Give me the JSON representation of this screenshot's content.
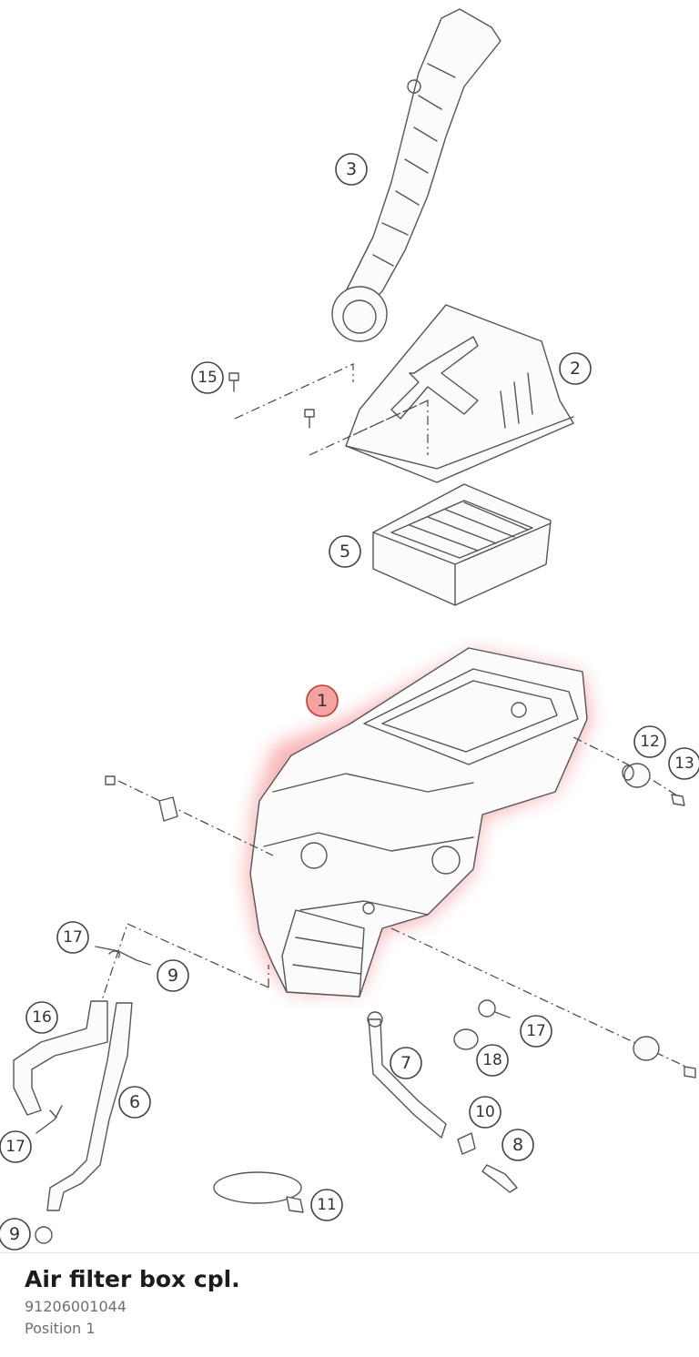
{
  "part": {
    "title": "Air filter box cpl.",
    "number": "91206001044",
    "position": "Position 1"
  },
  "callouts": [
    {
      "label": "1",
      "selected": true
    },
    {
      "label": "2"
    },
    {
      "label": "3"
    },
    {
      "label": "5"
    },
    {
      "label": "6"
    },
    {
      "label": "7"
    },
    {
      "label": "8"
    },
    {
      "label": "9"
    },
    {
      "label": "9"
    },
    {
      "label": "10"
    },
    {
      "label": "11"
    },
    {
      "label": "12"
    },
    {
      "label": "13"
    },
    {
      "label": "15"
    },
    {
      "label": "16"
    },
    {
      "label": "17"
    },
    {
      "label": "17"
    },
    {
      "label": "17"
    },
    {
      "label": "18"
    }
  ],
  "colors": {
    "highlight": "#f25c5c",
    "title": "#1c1c1e",
    "subtitle": "#6e6e73"
  }
}
